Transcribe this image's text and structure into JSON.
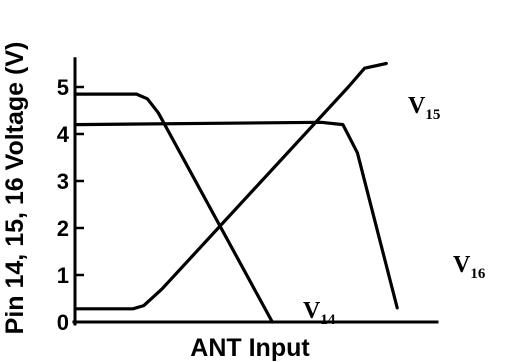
{
  "chart_data": {
    "type": "line",
    "xlabel": "ANT Input",
    "ylabel": "Pin 14, 15, 16 Voltage (V)",
    "ylim": [
      0,
      5.6
    ],
    "xlim": [
      0,
      10
    ],
    "yticks": [
      0,
      1,
      2,
      3,
      4,
      5
    ],
    "grid": false,
    "series": [
      {
        "label_main": "V",
        "label_sub": "14",
        "points": [
          [
            0,
            4.85
          ],
          [
            1.7,
            4.85
          ],
          [
            2.0,
            4.75
          ],
          [
            2.3,
            4.45
          ],
          [
            5.45,
            0
          ]
        ]
      },
      {
        "label_main": "V",
        "label_sub": "15",
        "points": [
          [
            0,
            0.28
          ],
          [
            1.6,
            0.28
          ],
          [
            1.9,
            0.35
          ],
          [
            2.4,
            0.7
          ],
          [
            7.55,
            5.0
          ],
          [
            8.0,
            5.4
          ],
          [
            8.6,
            5.5
          ]
        ]
      },
      {
        "label_main": "V",
        "label_sub": "16",
        "points": [
          [
            0,
            4.2
          ],
          [
            6.8,
            4.25
          ],
          [
            7.4,
            4.2
          ],
          [
            7.8,
            3.6
          ],
          [
            8.9,
            0.3
          ]
        ]
      }
    ]
  }
}
